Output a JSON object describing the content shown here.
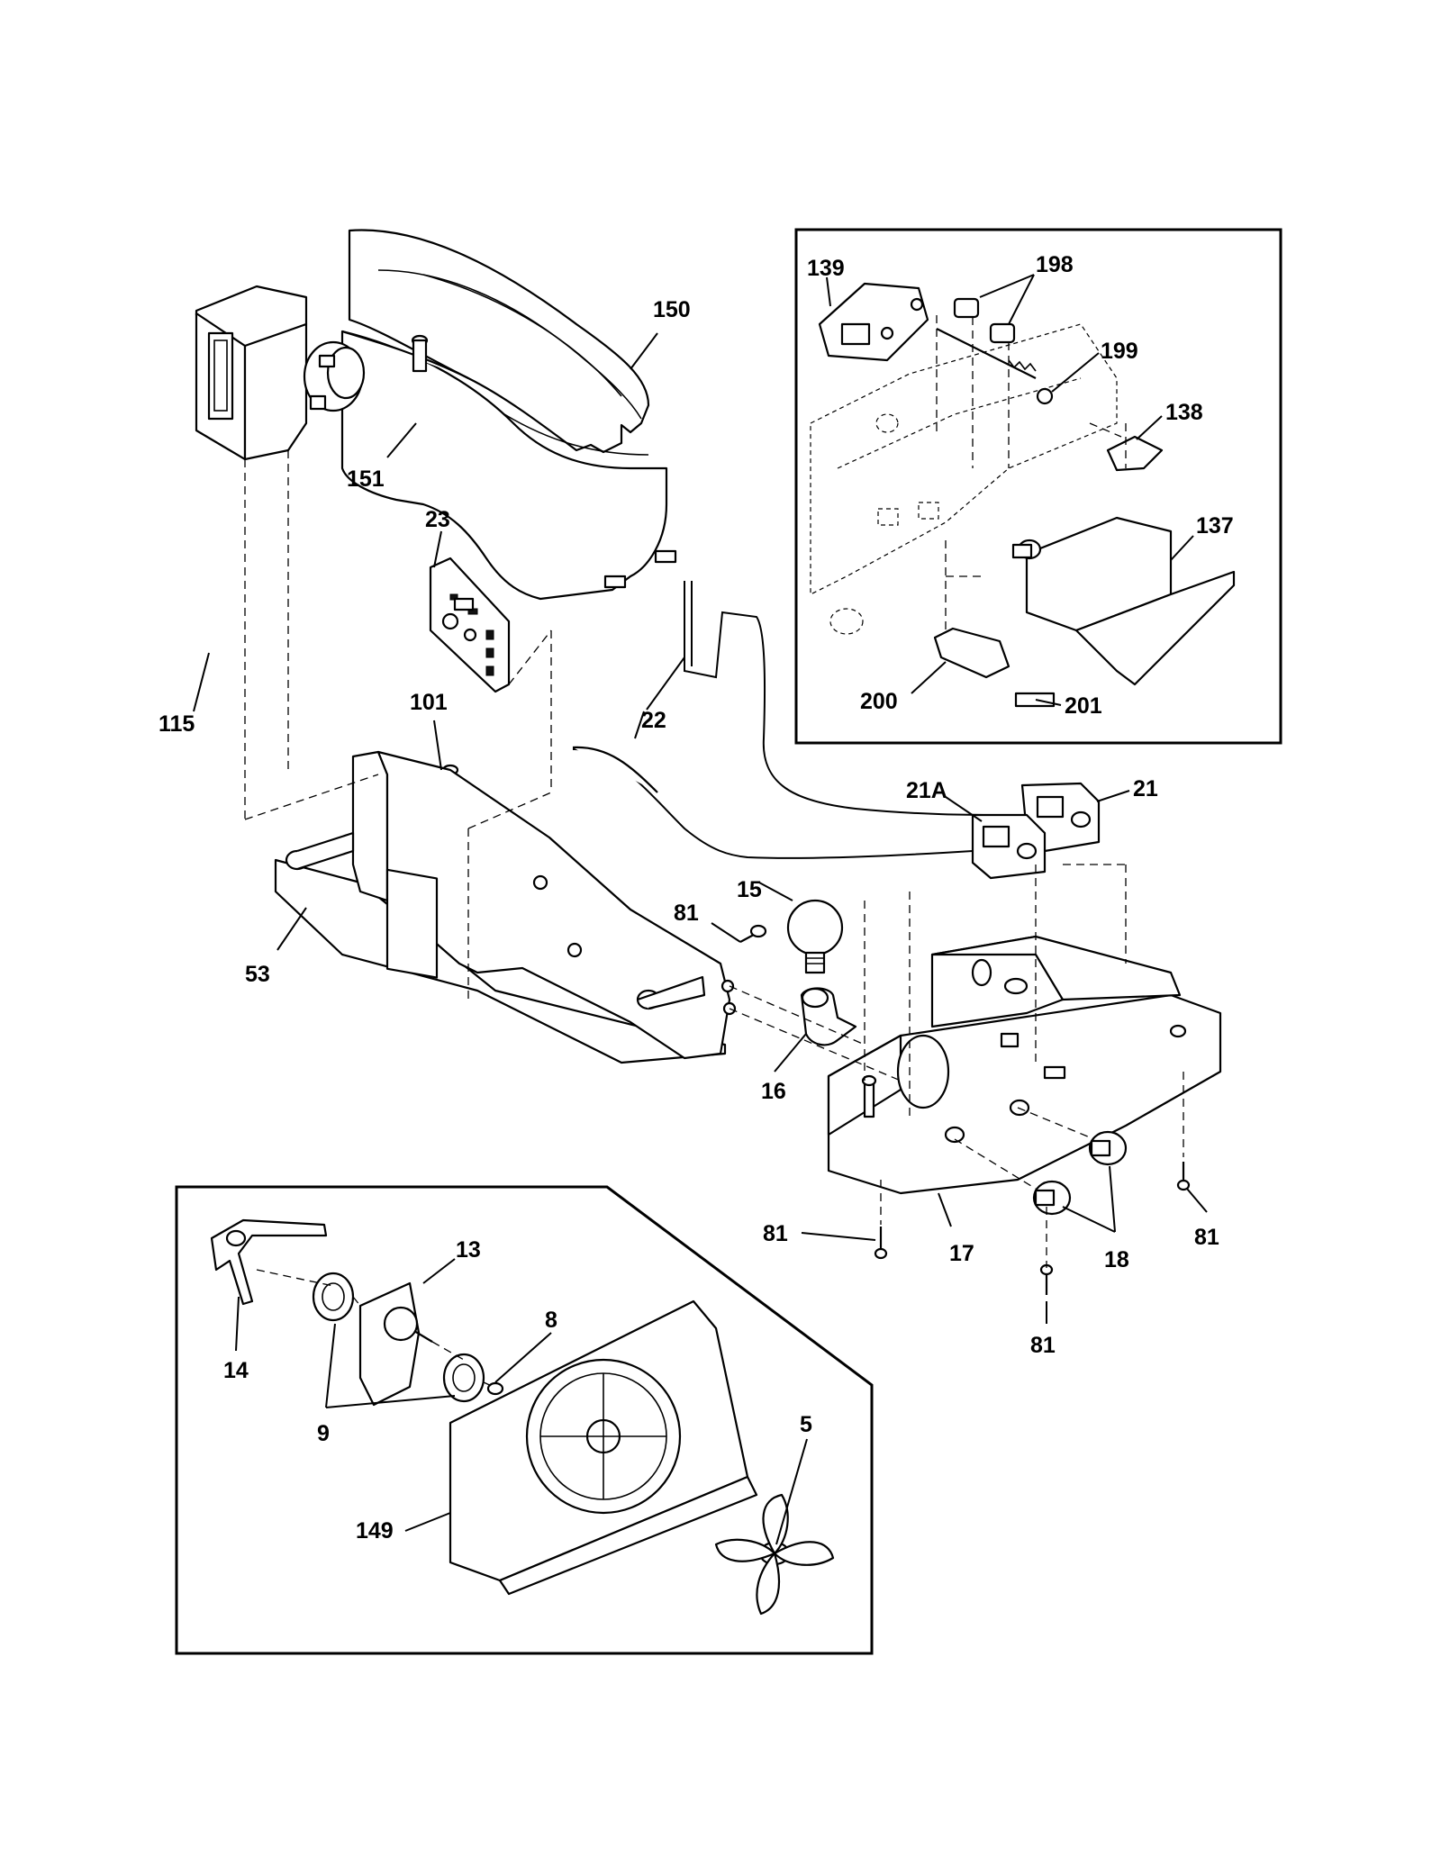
{
  "labels": {
    "p150": "150",
    "p151": "151",
    "p23": "23",
    "p115": "115",
    "p101": "101",
    "p22": "22",
    "p53": "53",
    "p81a": "81",
    "p15": "15",
    "p16": "16",
    "p21A": "21A",
    "p21": "21",
    "p17": "17",
    "p18": "18",
    "p81b": "81",
    "p81c": "81",
    "p81d": "81",
    "p139": "139",
    "p198": "198",
    "p199": "199",
    "p138": "138",
    "p137": "137",
    "p200": "200",
    "p201": "201",
    "p13": "13",
    "p8": "8",
    "p14": "14",
    "p9": "9",
    "p5": "5",
    "p149": "149"
  }
}
